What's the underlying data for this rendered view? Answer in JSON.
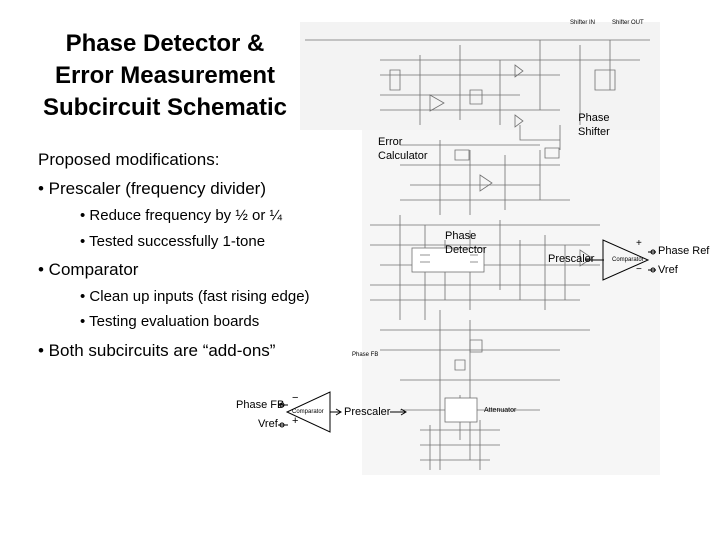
{
  "slide": {
    "title_lines": [
      "Phase Detector &",
      "Error Measurement",
      "Subcircuit Schematic"
    ],
    "intro": "Proposed modifications:",
    "bullets": [
      {
        "text": "• Prescaler  (frequency divider)"
      },
      {
        "text": "• Reduce frequency by ½ or ¼"
      },
      {
        "text": "• Tested successfully 1-tone"
      },
      {
        "text": "• Comparator"
      },
      {
        "text": "• Clean up inputs (fast rising edge)"
      },
      {
        "text": "• Testing evaluation boards"
      },
      {
        "text": "• Both subcircuits are “add-ons”"
      }
    ]
  },
  "schematic": {
    "block_labels": {
      "error_calc": [
        "Error",
        "Calculator"
      ],
      "phase_shifter": [
        "Phase",
        "Shifter"
      ],
      "phase_detector": [
        "Phase",
        "Detector"
      ],
      "attenuator": "Attenuator"
    },
    "header_labels": [
      "Shifter IN",
      "Shifter OUT"
    ],
    "phase_fb_label": "Phase FB"
  },
  "right_block": {
    "prescaler": "Prescaler",
    "comparator": "Comparator",
    "plus": "+",
    "minus": "−",
    "phase_ref": "Phase Ref",
    "vref": "Vref"
  },
  "bottom_block": {
    "phase_fb": "Phase FB",
    "vref": "Vref",
    "comparator": "Comparator",
    "minus": "−",
    "plus": "+",
    "prescaler": "Prescaler"
  },
  "colors": {
    "schematic_line": "#666666",
    "schematic_bg": "#f3f3f3"
  }
}
